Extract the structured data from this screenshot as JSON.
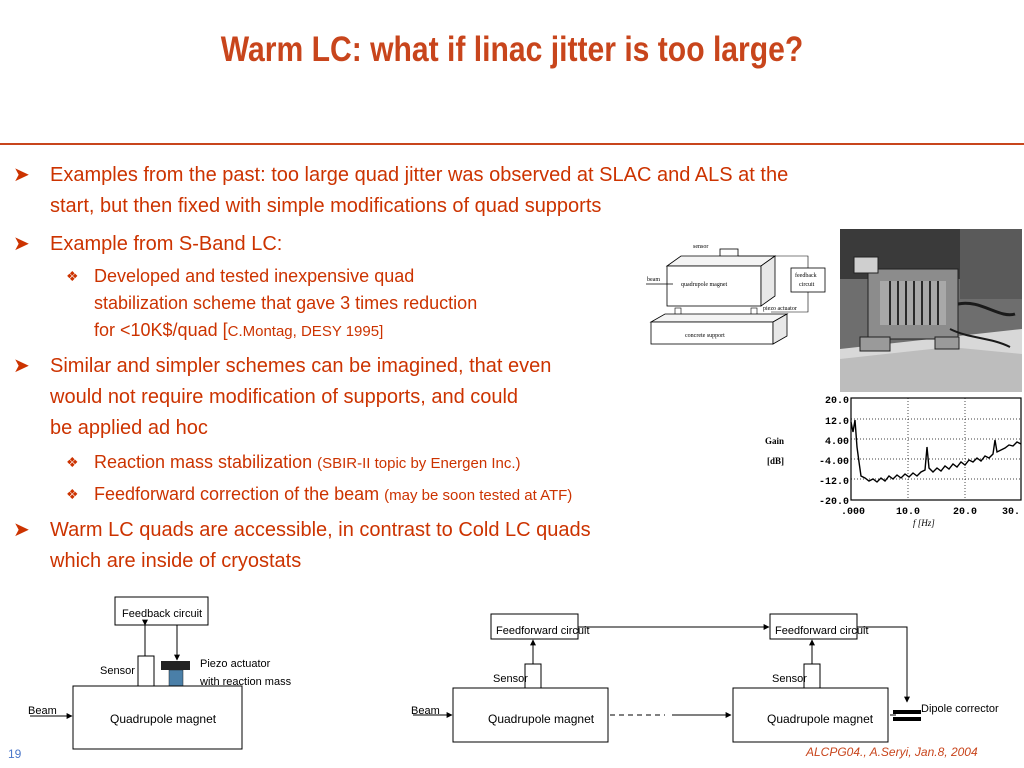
{
  "slide": {
    "title": "Warm LC: what if linac jitter is too large?",
    "page_number": "19",
    "citation": "ALCPG04., A.Seryi, Jan.8, 2004"
  },
  "bullets": {
    "b1_lines": [
      "Examples from the past: too large quad jitter was observed at SLAC and ALS at the",
      "start, but then fixed with simple modifications of quad supports"
    ],
    "b2_lines": [
      "Example from S-Band LC:"
    ],
    "b2_sub1_lines": [
      "Developed and tested inexpensive quad",
      "stabilization scheme that gave 3 times reduction"
    ],
    "b2_sub1_l3_a": "for <10K$/quad [",
    "b2_sub1_l3_b": "C.Montag, DESY 1995]",
    "b3_lines": [
      "Similar and simpler schemes can be imagined, that even",
      "would not require modification of supports, and could",
      "be applied ad hoc"
    ],
    "b3_sub1_a": "Reaction mass stabilization ",
    "b3_sub1_b": "(SBIR-II topic by Energen Inc.)",
    "b3_sub2_a": "Feedforward correction of the beam ",
    "b3_sub2_b": "(may be soon tested at ATF)",
    "b4_lines": [
      "Warm LC quads are accessible, in contrast to Cold LC quads",
      "which are inside of cryostats"
    ]
  },
  "sketch": {
    "sensor": "sensor",
    "beam": "beam",
    "quad": "quadrupole magnet",
    "feedback": "feedback",
    "circuit": "circuit",
    "piezo": "piezo actuator",
    "support": "concrete support"
  },
  "gain_plot": {
    "ylabel_1": "Gain",
    "ylabel_2": "[dB]",
    "xlabel": "f [Hz]",
    "yticks": [
      "20.0",
      "12.0",
      "4.00",
      "-4.00",
      "-12.0",
      "-20.0"
    ],
    "xticks": [
      ".000",
      "10.0",
      "20.0",
      "30."
    ]
  },
  "diagram_left": {
    "feedback": "Feedback circuit",
    "sensor": "Sensor",
    "piezo_1": "Piezo actuator",
    "piezo_2": "with reaction mass",
    "beam": "Beam",
    "quad": "Quadrupole magnet"
  },
  "diagram_right": {
    "ff1": "Feedforward circuit",
    "ff2": "Feedforward circuit",
    "sensor1": "Sensor",
    "sensor2": "Sensor",
    "beam": "Beam",
    "quad1": "Quadrupole magnet",
    "quad2": "Quadrupole magnet",
    "dipole": "Dipole corrector"
  },
  "colors": {
    "title": "#c8451c",
    "text": "#cc3300",
    "page_number": "#4a76c9",
    "actuator_mass": "#222222",
    "actuator_piezo": "#4a7fa8"
  }
}
